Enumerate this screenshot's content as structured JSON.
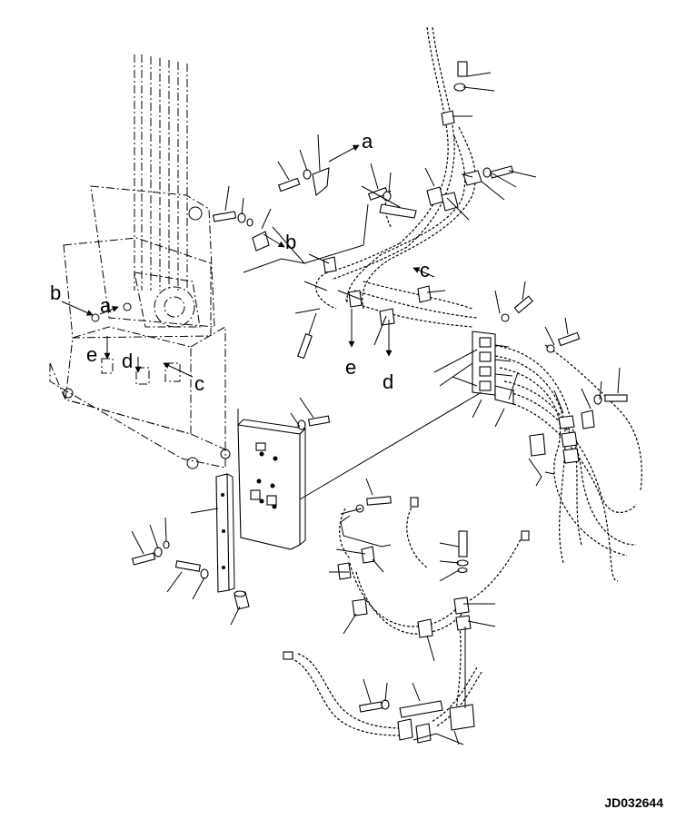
{
  "callouts": {
    "a": "a",
    "b": "b",
    "c": "c",
    "d": "d",
    "e": "e"
  },
  "drawing_code": "JD032644"
}
